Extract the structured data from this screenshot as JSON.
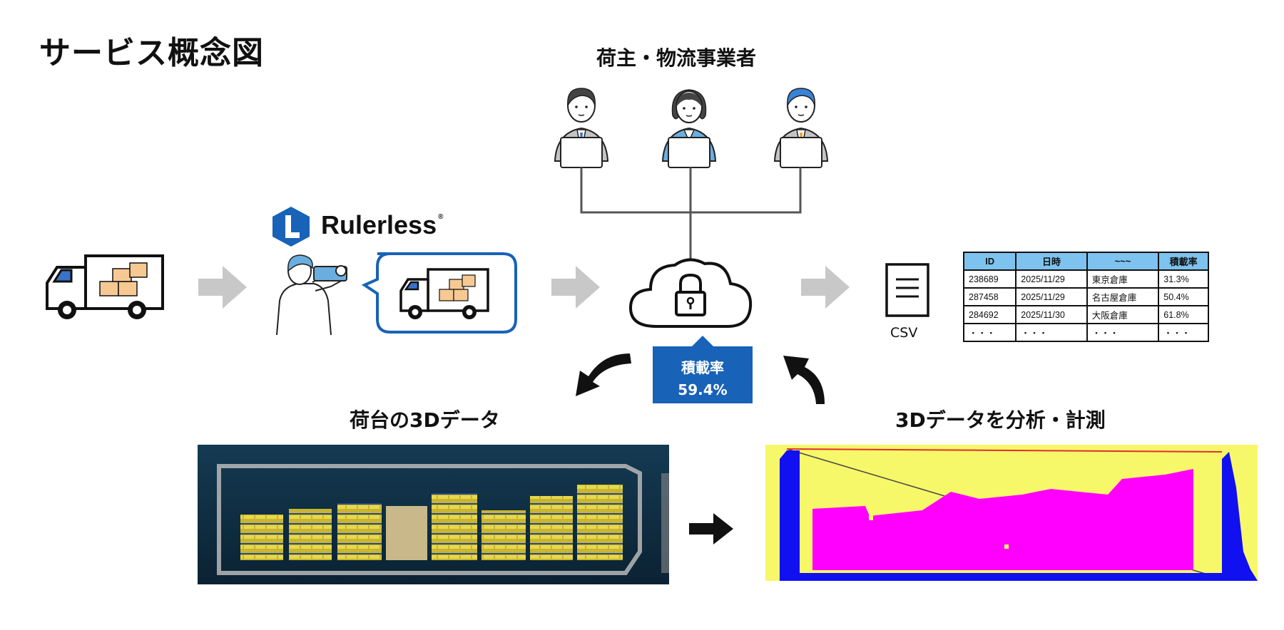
{
  "title": "サービス概念図",
  "stakeholders": {
    "label": "荷主・物流事業者"
  },
  "brand": {
    "name": "Rulerless",
    "mark": "®"
  },
  "badge": {
    "label": "積載率",
    "value": "59.4%"
  },
  "csv": {
    "label": "CSV",
    "columns": [
      "ID",
      "日時",
      "~~~",
      "積載率"
    ],
    "rows": [
      [
        "238689",
        "2025/11/29",
        "東京倉庫",
        "31.3%"
      ],
      [
        "287458",
        "2025/11/29",
        "名古屋倉庫",
        "50.4%"
      ],
      [
        "284692",
        "2025/11/30",
        "大阪倉庫",
        "61.8%"
      ],
      [
        "・・・",
        "・・・",
        "・・・",
        "・・・"
      ]
    ]
  },
  "labels": {
    "pointcloud": "荷台の3Dデータ",
    "analysis": "3Dデータを分析・計測"
  },
  "colors": {
    "accent_blue": "#1862b8",
    "table_header": "#7ec3ef",
    "arrow_gray": "#c8c8c8",
    "analysis_bg": "#f7f76a",
    "analysis_magenta": "#ff00ff",
    "analysis_blue": "#1010f0"
  },
  "icons": [
    "truck-with-boxes-icon",
    "person-taking-photo-icon",
    "cloud-lock-icon",
    "document-icon",
    "businessperson-laptop-icon"
  ]
}
